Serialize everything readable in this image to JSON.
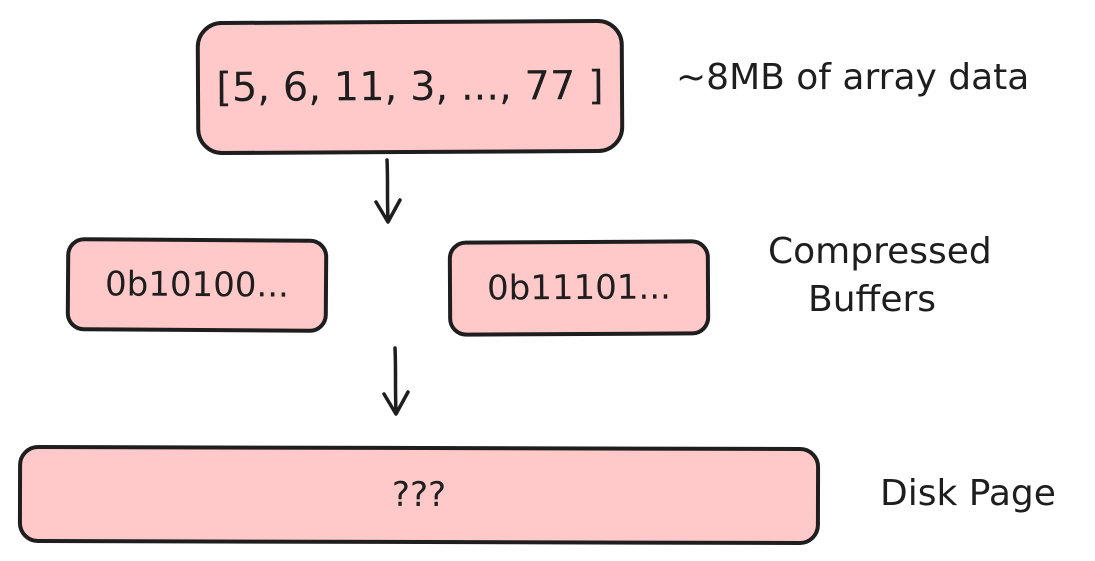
{
  "diagram": {
    "nodes": {
      "array": {
        "text": "[5, 6, 11, 3, ..., 77 ]"
      },
      "buffer_a": {
        "text": "0b10100..."
      },
      "buffer_b": {
        "text": "0b11101..."
      },
      "disk_page": {
        "text": "???"
      }
    },
    "labels": {
      "array": "~8MB of array data",
      "buffers_line1": "Compressed",
      "buffers_line2": "Buffers",
      "disk_page": "Disk Page"
    },
    "colors": {
      "node_fill": "#ffc9c9",
      "stroke": "#1e1e1e",
      "background": "#ffffff"
    }
  }
}
